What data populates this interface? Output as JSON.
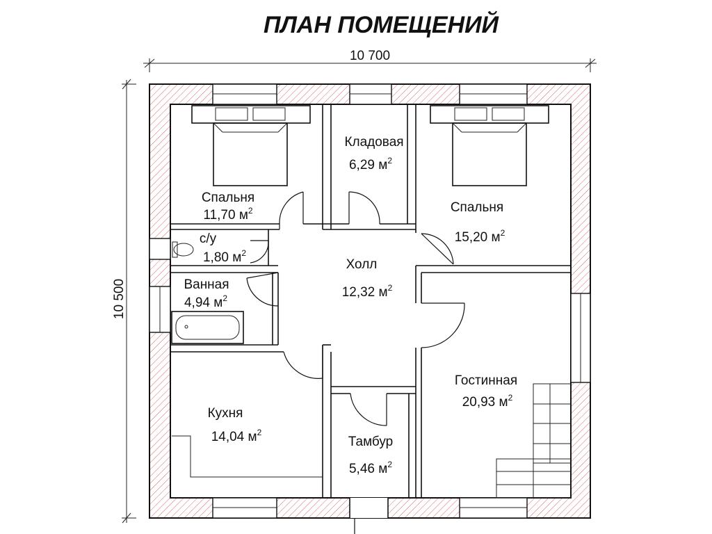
{
  "title": "ПЛАН ПОМЕЩЕНИЙ",
  "dimensions": {
    "width": "10 700",
    "height": "10 500"
  },
  "area_unit": "м",
  "area_unit_power": "2",
  "rooms": [
    {
      "name": "Спальня",
      "area": "11,70"
    },
    {
      "name": "Кладовая",
      "area": "6,29"
    },
    {
      "name": "Спальня",
      "area": "15,20"
    },
    {
      "name": "с/у",
      "area": "1,80"
    },
    {
      "name": "Холл",
      "area": "12,32"
    },
    {
      "name": "Ванная",
      "area": "4,94"
    },
    {
      "name": "Гостинная",
      "area": "20,93"
    },
    {
      "name": "Кухня",
      "area": "14,04"
    },
    {
      "name": "Тамбур",
      "area": "5,46"
    }
  ],
  "colors": {
    "line": "#111111",
    "hatch": "#d04040",
    "background": "#ffffff"
  }
}
